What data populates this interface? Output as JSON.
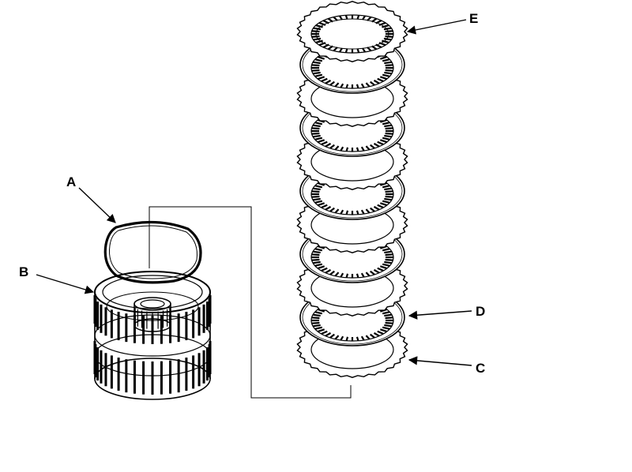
{
  "labels": {
    "a": "A",
    "b": "B",
    "c": "C",
    "d": "D",
    "e": "E"
  },
  "parts": {
    "clutch_drum": "clutch-drum",
    "o_ring": "o-ring",
    "disc_stack": "clutch-disc-stack"
  },
  "colors": {
    "line": "#000000",
    "background": "#ffffff"
  }
}
